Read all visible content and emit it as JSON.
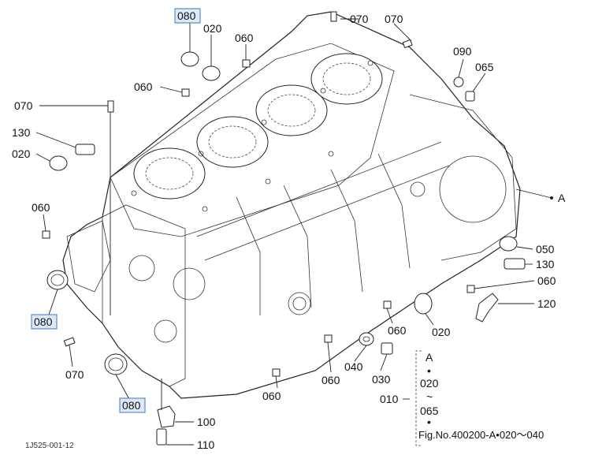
{
  "drawing_code": "1J525-001-12",
  "callouts": {
    "c080_top": "080",
    "c020_top": "020",
    "c060_top": "060",
    "c070_top1": "070",
    "c070_top2": "070",
    "c060_left1": "060",
    "c090": "090",
    "c065": "065",
    "c070_left": "070",
    "c130_left": "130",
    "c020_left": "020",
    "cA": "A",
    "c060_left2": "060",
    "c050": "050",
    "c130_right": "130",
    "c060_right": "060",
    "c080_left": "080",
    "c120": "120",
    "c060_mid": "060",
    "c020_bottom": "020",
    "c070_bottom": "070",
    "c040": "040",
    "c060_low": "060",
    "c030": "030",
    "c080_bottom": "080",
    "c060_bot": "060",
    "c010": "010",
    "c100": "100",
    "c110": "110"
  },
  "legend": {
    "line1": "A",
    "dot1": "•",
    "line2": "020",
    "tilde": "~",
    "line3": "065",
    "dot2": "•",
    "fig_ref": "Fig.No.400200-A•020～040"
  },
  "highlight_color": "#dbe9f8",
  "highlight_border": "#3c78b4"
}
